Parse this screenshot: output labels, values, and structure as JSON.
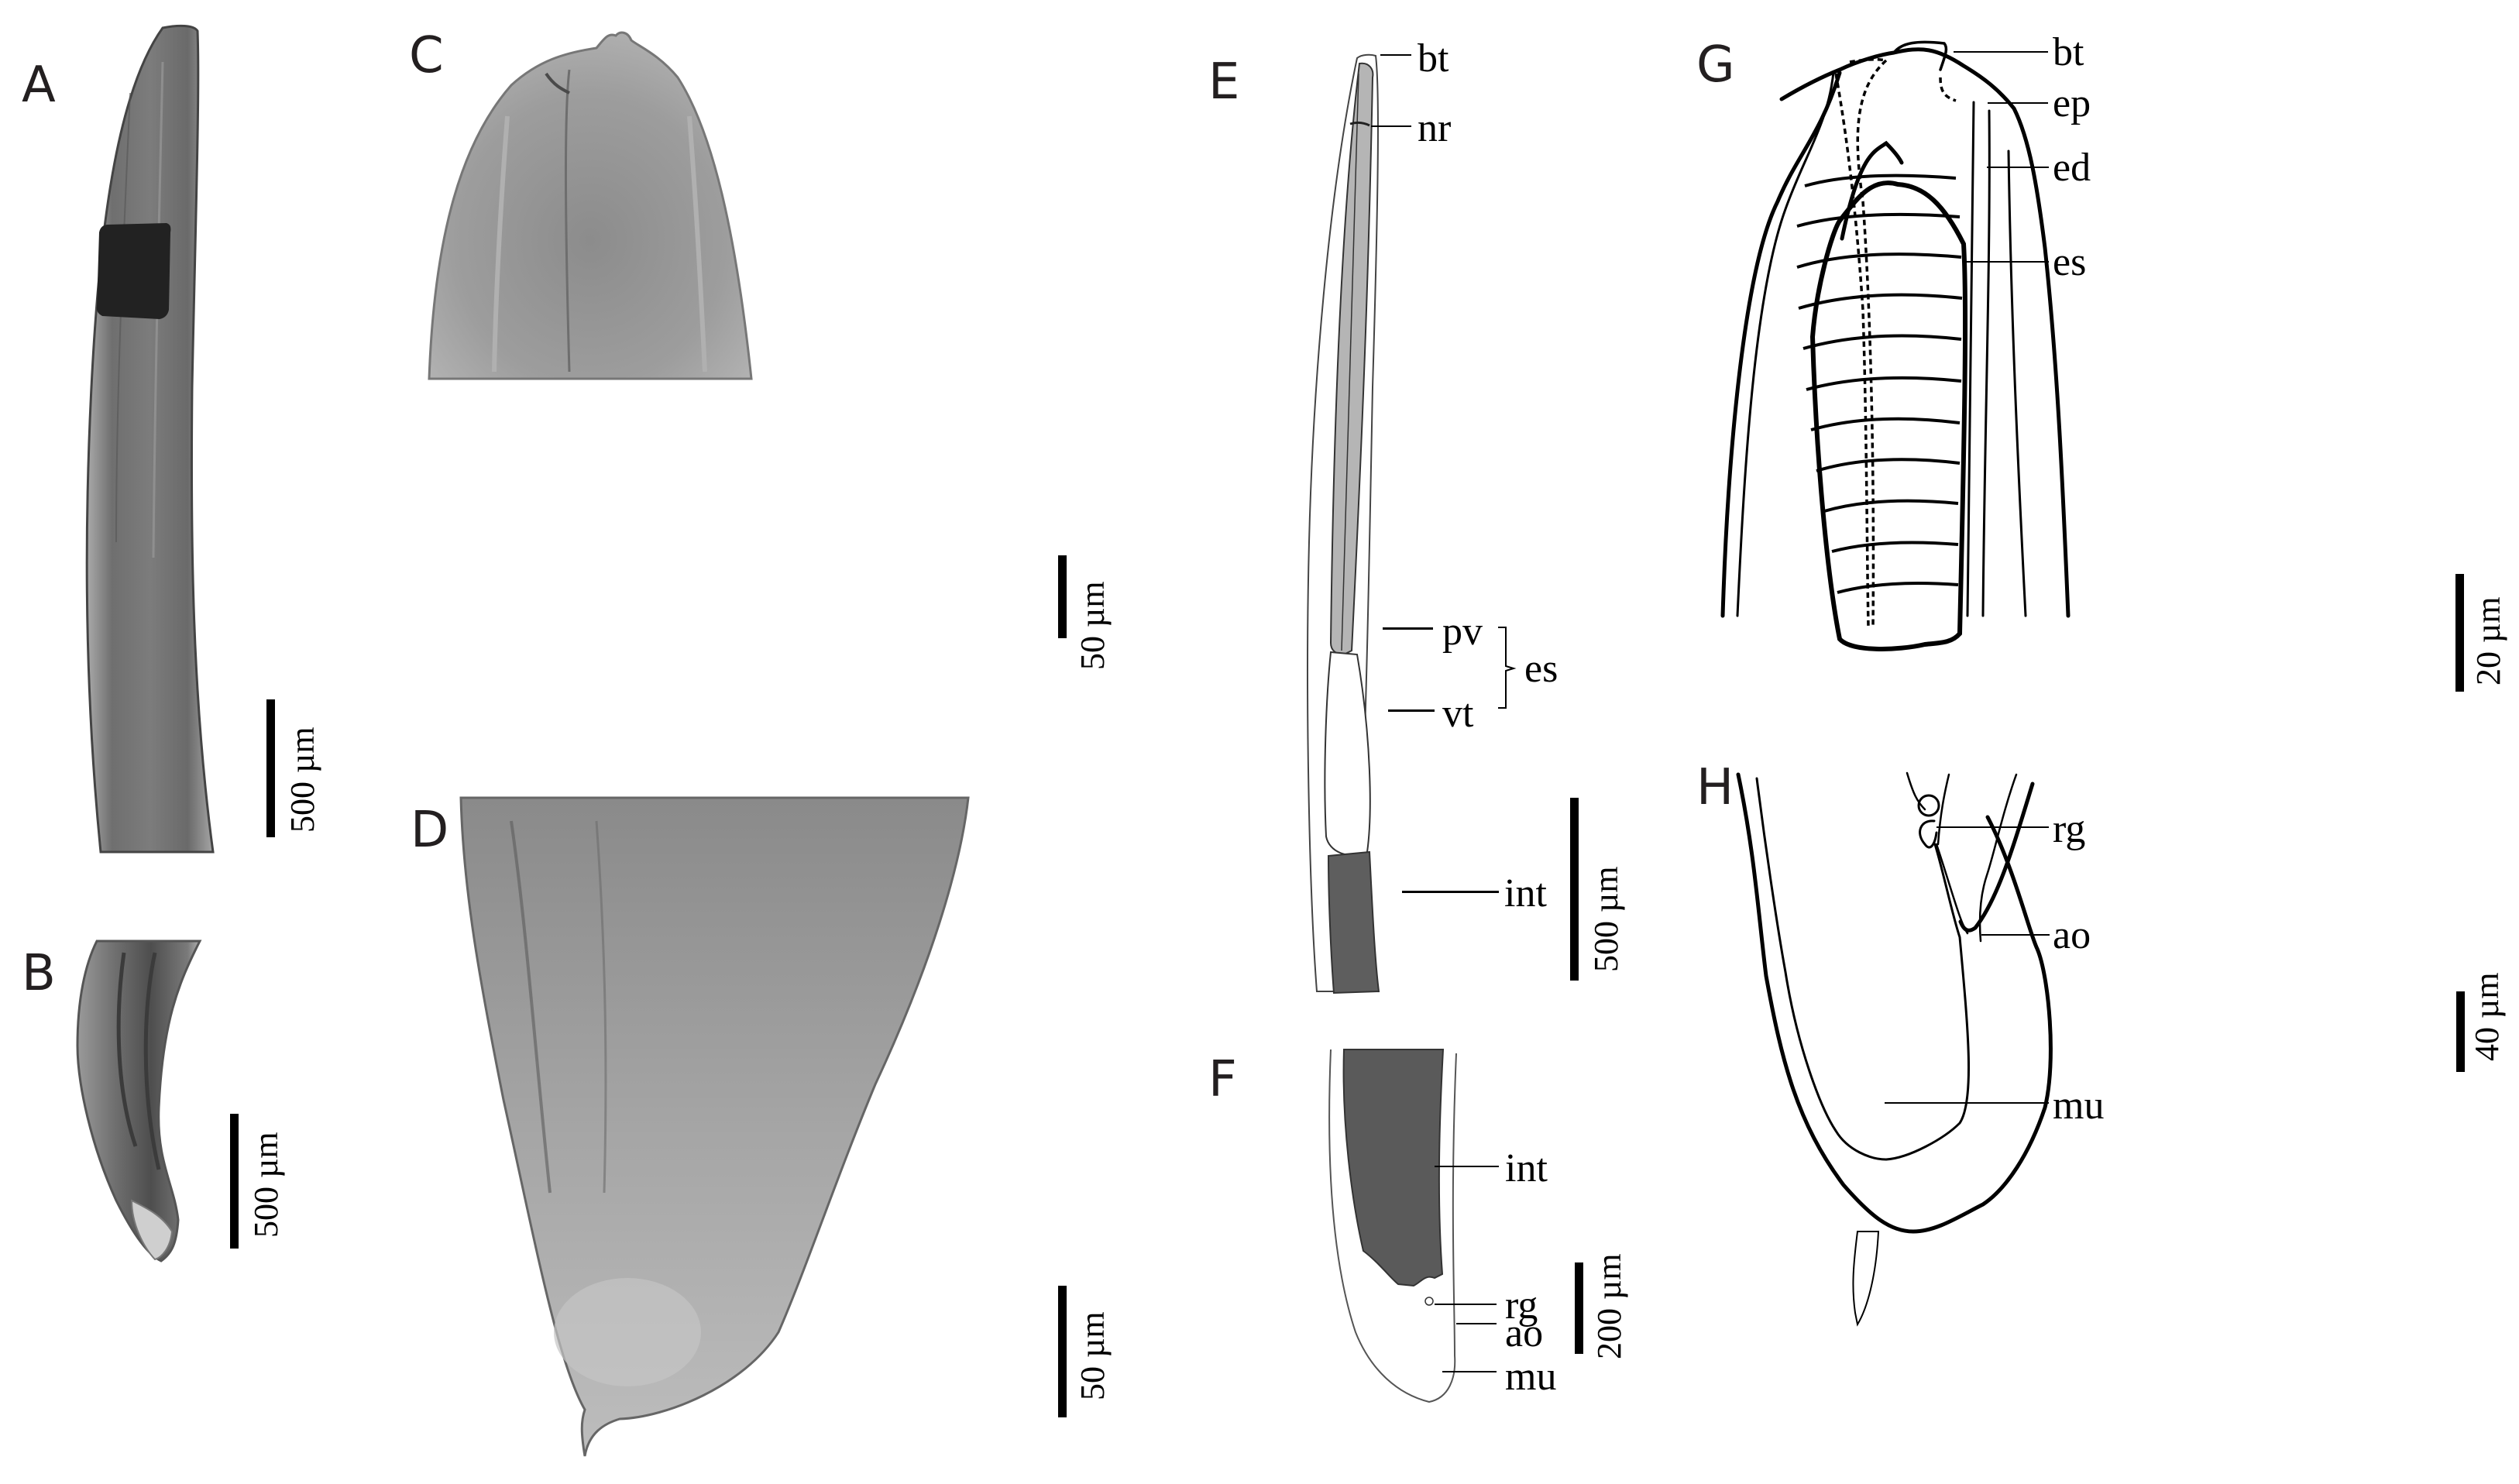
{
  "figure": {
    "panels": [
      {
        "id": "A",
        "label": "A",
        "type": "micrograph",
        "scale_bar": "500 µm"
      },
      {
        "id": "B",
        "label": "B",
        "type": "micrograph",
        "scale_bar": "500 µm"
      },
      {
        "id": "C",
        "label": "C",
        "type": "micrograph",
        "scale_bar": "50 µm"
      },
      {
        "id": "D",
        "label": "D",
        "type": "micrograph",
        "scale_bar": "50 µm"
      },
      {
        "id": "E",
        "label": "E",
        "type": "drawing",
        "scale_bar": "500 µm",
        "annotations": [
          "bt",
          "nr",
          "pv",
          "vt",
          "es",
          "int"
        ]
      },
      {
        "id": "F",
        "label": "F",
        "type": "drawing",
        "scale_bar": "200 µm",
        "annotations": [
          "int",
          "rg",
          "ao",
          "mu"
        ]
      },
      {
        "id": "G",
        "label": "G",
        "type": "drawing",
        "scale_bar": "20 µm",
        "annotations": [
          "bt",
          "ep",
          "ed",
          "es"
        ]
      },
      {
        "id": "H",
        "label": "H",
        "type": "drawing",
        "scale_bar": "40 µm",
        "annotations": [
          "rg",
          "ao",
          "mu"
        ]
      }
    ]
  },
  "colors": {
    "micrograph_body": "#8a8a8a",
    "micrograph_dark": "#2a2a2a",
    "intestine_fill": "#5a5a5a",
    "esophagus_fill": "#b8b8b8",
    "line": "#000000"
  }
}
